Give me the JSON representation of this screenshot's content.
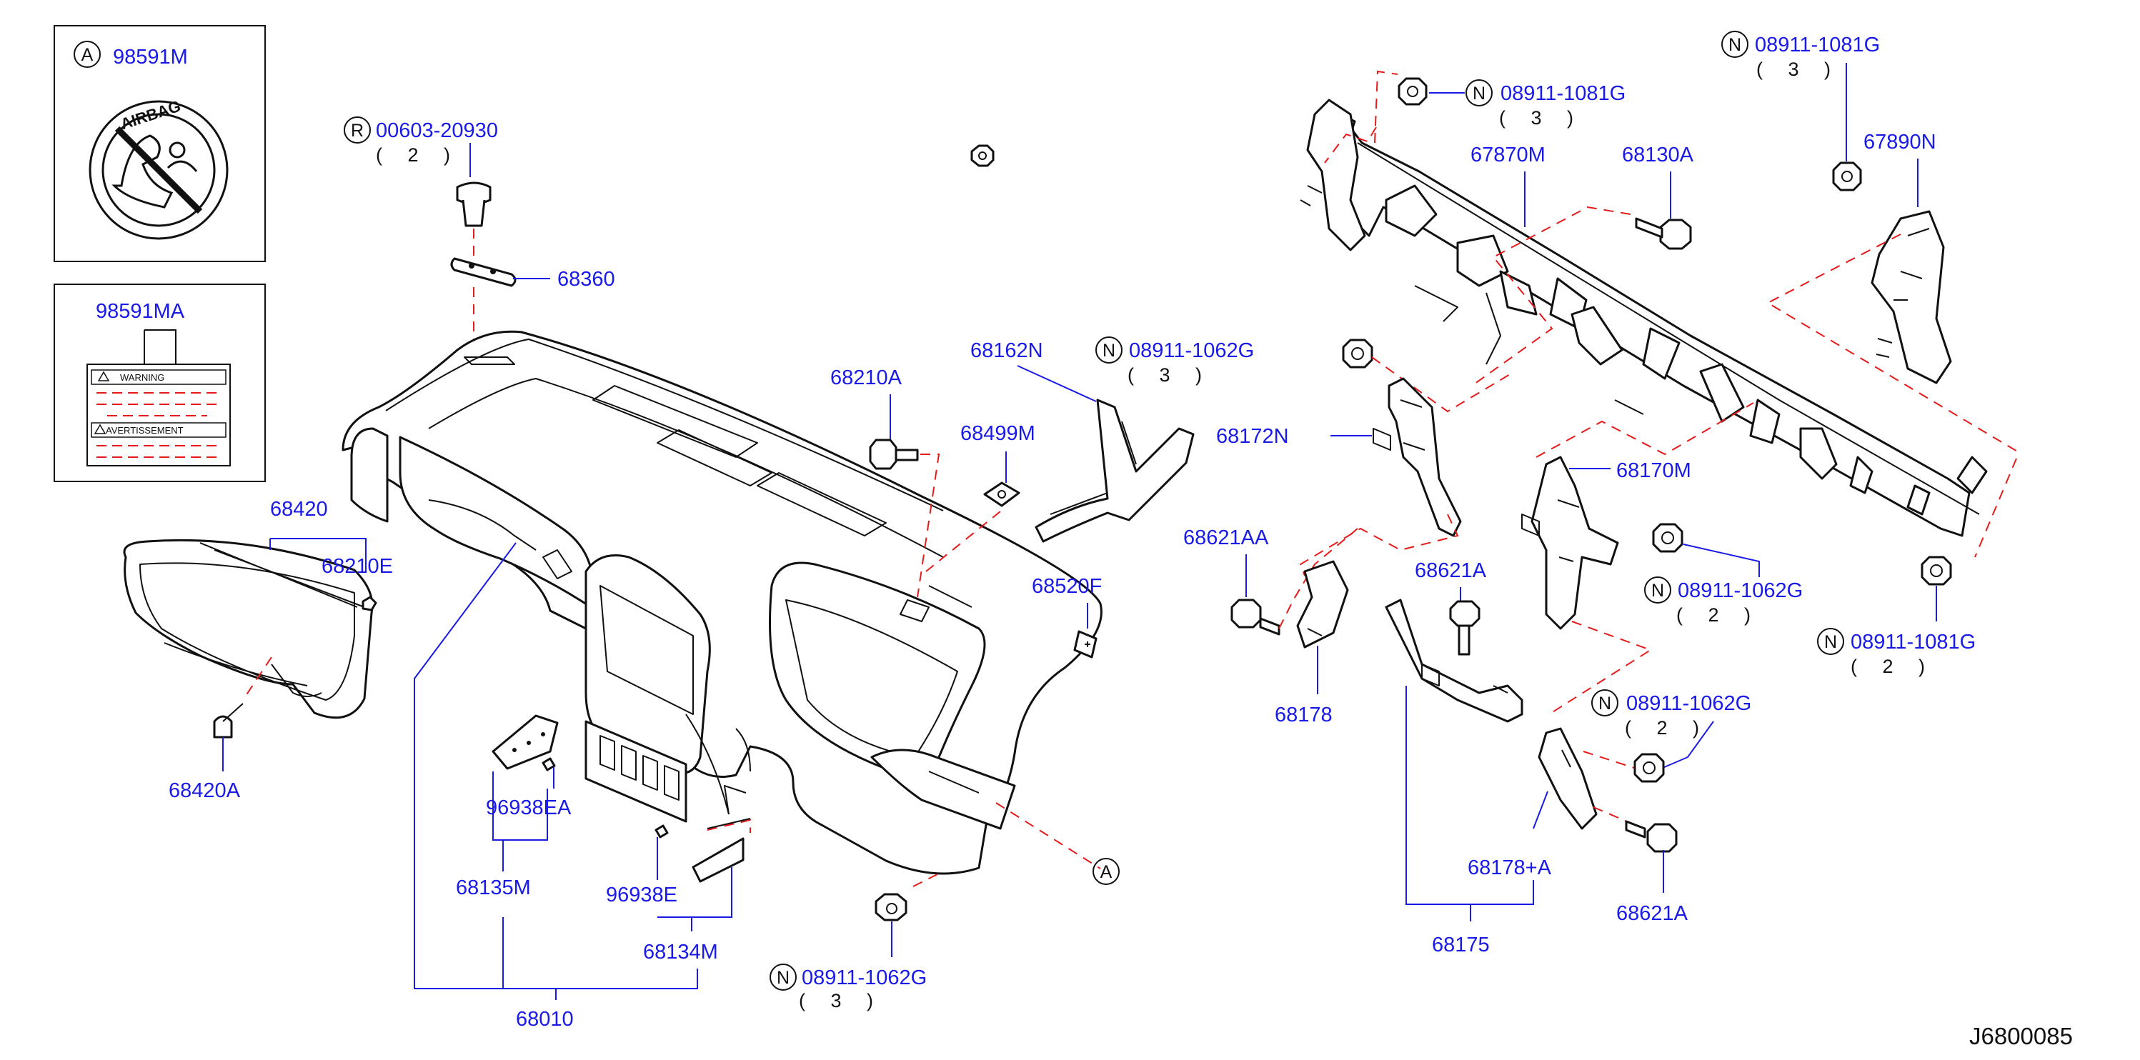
{
  "labels": {
    "p98591M": "98591M",
    "p98591MA": "98591MA",
    "p00603_20930": "00603-20930",
    "p68360": "68360",
    "p68420": "68420",
    "p68210E": "68210E",
    "p68420A": "68420A",
    "p68210A": "68210A",
    "p68499M": "68499M",
    "p68162N": "68162N",
    "p08911_1062G_top": "08911-1062G",
    "p68520F": "68520F",
    "p68172N": "68172N",
    "p67870M": "67870M",
    "p68130A": "68130A",
    "p08911_1081G_top": "08911-1081G",
    "p08911_1081G_right": "08911-1081G",
    "p67890N": "67890N",
    "p68170M": "68170M",
    "p08911_1062G_mid": "08911-1062G",
    "p08911_1081G_low": "08911-1081G",
    "p68621AA": "68621AA",
    "p68621A_top": "68621A",
    "p68178": "68178",
    "p08911_1062G_low": "08911-1062G",
    "p68178A": "68178+A",
    "p68621A_low": "68621A",
    "p68175": "68175",
    "p96938EA": "96938EA",
    "p68135M": "68135M",
    "p96938E": "96938E",
    "p68134M": "68134M",
    "p68010": "68010",
    "p08911_1062G_bottom": "08911-1062G"
  },
  "quantities": {
    "q00603": "( 2 )",
    "q1062G_top": "( 3 )",
    "q1081G_top": "( 3 )",
    "q1081G_right": "( 3 )",
    "q1062G_mid": "( 2 )",
    "q1081G_low": "( 2 )",
    "q1062G_low": "( 2 )",
    "q1062G_bottom": "( 3 )"
  },
  "circle_marks": {
    "A_inset": "A",
    "A_callout": "A",
    "R": "R",
    "N1": "N",
    "N2": "N",
    "N3": "N",
    "N4": "N",
    "N5": "N",
    "N6": "N",
    "N7": "N"
  },
  "inset_text": {
    "airbag": "AIRBAG",
    "warning": "WARNING",
    "avertissement": "AVERTISSEMENT"
  },
  "diagram_code": "J6800085",
  "colors": {
    "label": "#1a1ae6",
    "dashed_leader": "#e61a1a",
    "line_art": "#111111"
  }
}
